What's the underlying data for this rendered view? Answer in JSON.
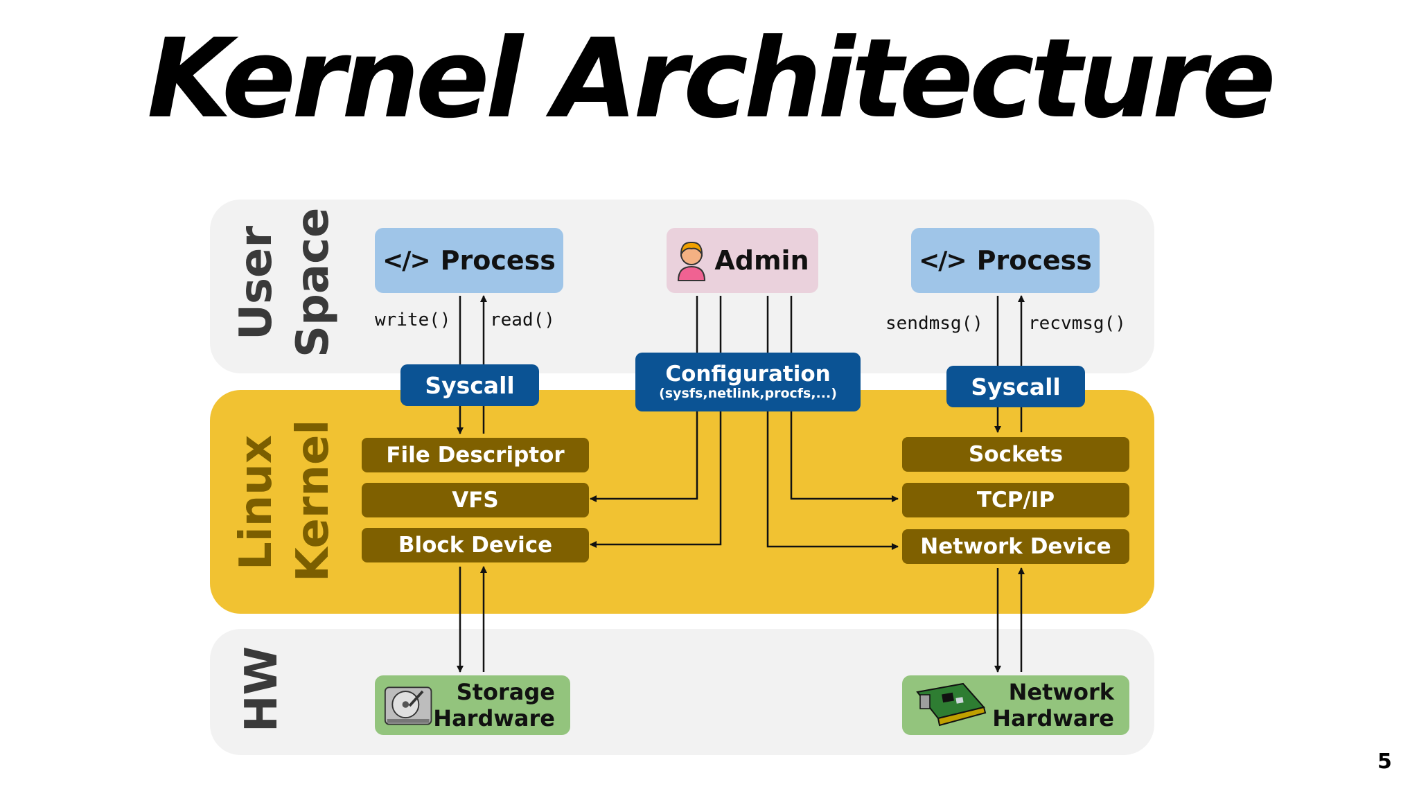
{
  "title": "Kernel Architecture",
  "bands": {
    "user": [
      "User",
      "Space"
    ],
    "kernel": [
      "Linux",
      "Kernel"
    ],
    "hw": "HW"
  },
  "process_label": "Process",
  "admin_label": "Admin",
  "syscall_label": "Syscall",
  "config": {
    "line1": "Configuration",
    "line2": "(sysfs,netlink,procfs,...)"
  },
  "calls": {
    "write": "write()",
    "read": "read()",
    "sendmsg": "sendmsg()",
    "recvmsg": "recvmsg()"
  },
  "kernel_left": [
    "File Descriptor",
    "VFS",
    "Block Device"
  ],
  "kernel_right": [
    "Sockets",
    "TCP/IP",
    "Network Device"
  ],
  "hardware": {
    "storage": [
      "Storage",
      "Hardware"
    ],
    "network": [
      "Network",
      "Hardware"
    ]
  },
  "icons": {
    "process": "code-icon",
    "admin": "user-icon",
    "storage": "hard-drive-icon",
    "network": "network-card-icon"
  },
  "colors": {
    "user_band": "#f2f2f2",
    "kernel_band": "#f1c232",
    "process": "#9fc5e8",
    "admin": "#ead1dc",
    "blue": "#0b5394",
    "brown": "#7f6000",
    "green": "#93c47d"
  },
  "page_number": "5"
}
